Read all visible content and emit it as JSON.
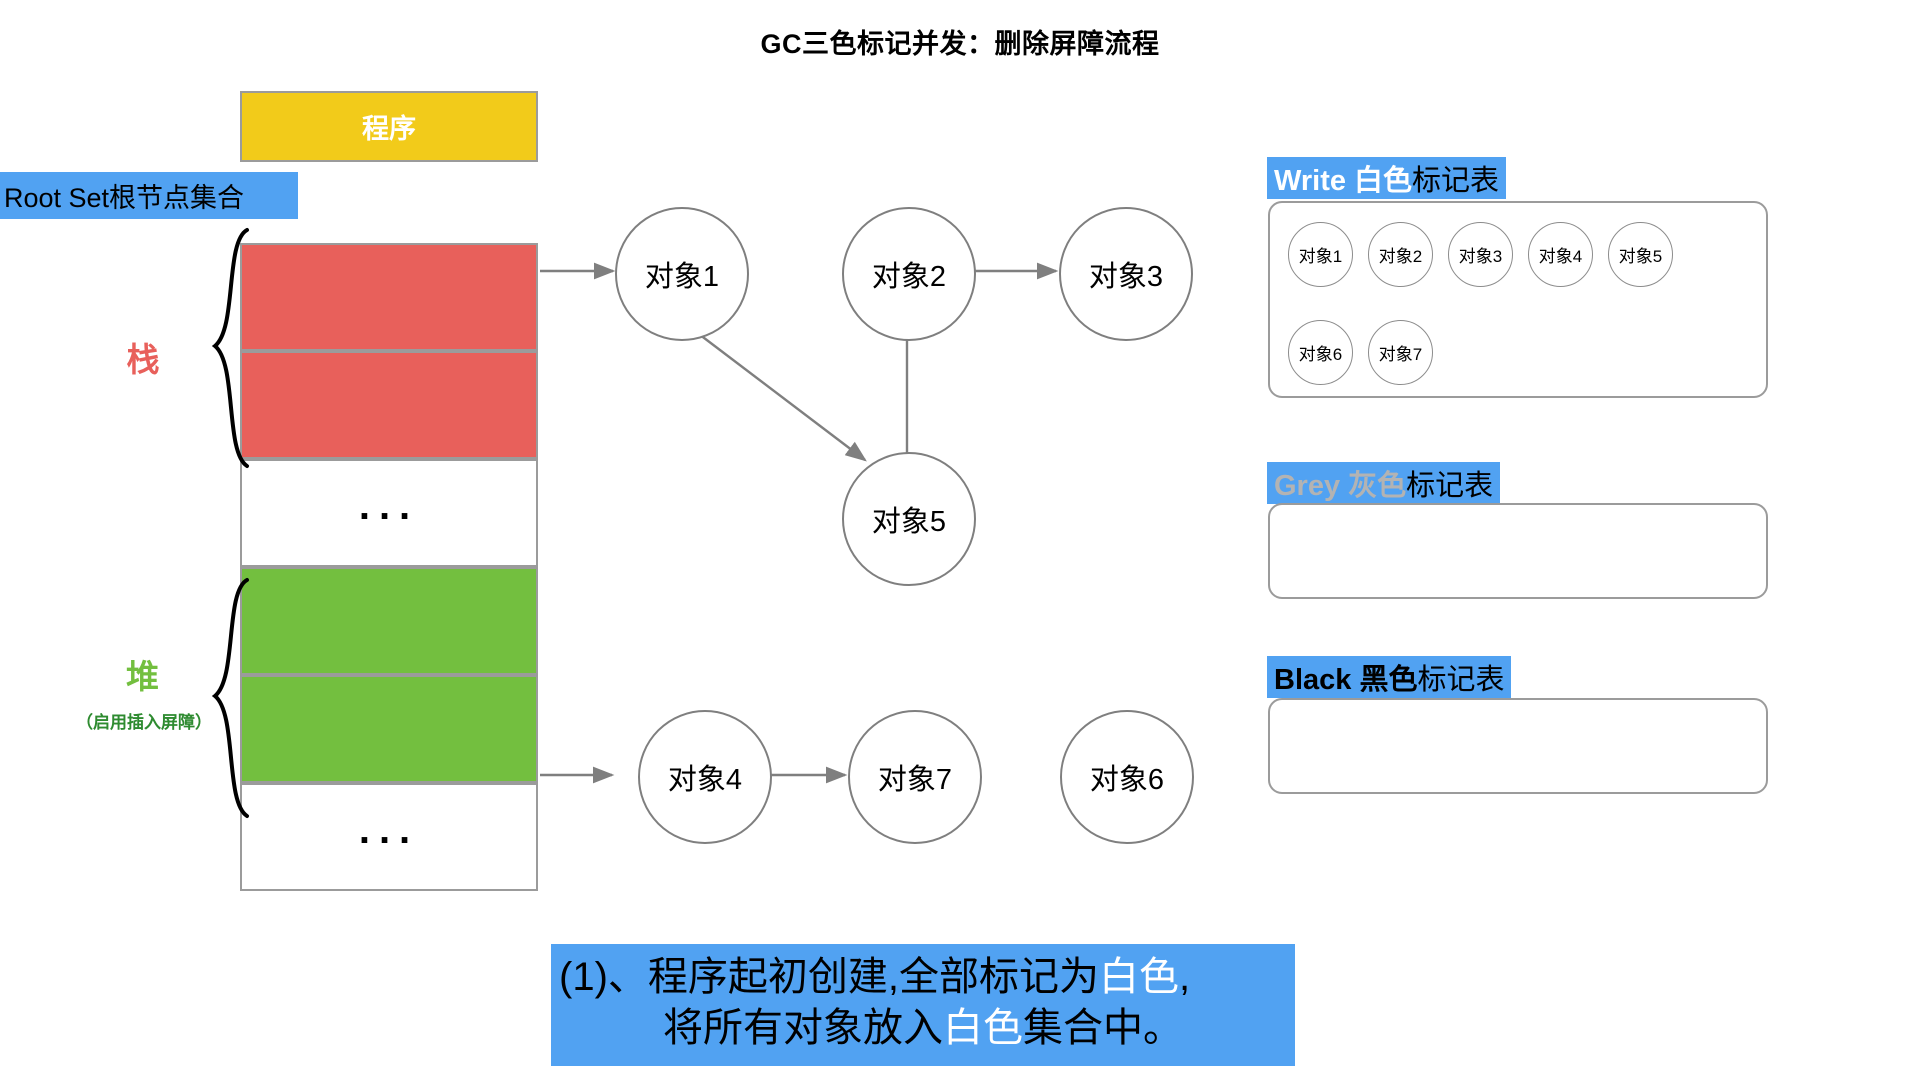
{
  "title": "GC三色标记并发：删除屏障流程",
  "memory": {
    "program_label": "程序",
    "root_set_label": "Root Set根节点集合",
    "stack_label": "栈",
    "heap_label": "堆",
    "heap_sublabel": "（启用插入屏障）",
    "ellipsis": "...",
    "colors": {
      "program": "#f2cb1a",
      "root_set": "#51a2f2",
      "stack_slot": "#e8605b",
      "heap_slot": "#73bf3f",
      "border": "#9b9b9b"
    },
    "slots": [
      {
        "kind": "stack",
        "fill": "red"
      },
      {
        "kind": "stack",
        "fill": "red"
      },
      {
        "kind": "gap",
        "fill": "dots"
      },
      {
        "kind": "heap",
        "fill": "green"
      },
      {
        "kind": "heap",
        "fill": "green"
      },
      {
        "kind": "gap",
        "fill": "dots"
      }
    ]
  },
  "graph": {
    "nodes": [
      {
        "id": "obj1",
        "label": "对象1"
      },
      {
        "id": "obj2",
        "label": "对象2"
      },
      {
        "id": "obj3",
        "label": "对象3"
      },
      {
        "id": "obj5",
        "label": "对象5"
      },
      {
        "id": "obj4",
        "label": "对象4"
      },
      {
        "id": "obj7",
        "label": "对象7"
      },
      {
        "id": "obj6",
        "label": "对象6"
      }
    ],
    "edges": [
      {
        "from": "root-stack-1",
        "to": "obj1"
      },
      {
        "from": "obj1",
        "to": "obj5"
      },
      {
        "from": "obj5",
        "to": "obj2"
      },
      {
        "from": "obj2",
        "to": "obj3"
      },
      {
        "from": "root-heap-2",
        "to": "obj4"
      },
      {
        "from": "obj4",
        "to": "obj7"
      }
    ],
    "edge_color": "#7f7f7f"
  },
  "tables": [
    {
      "id": "white",
      "head_strong": "Write 白色",
      "head_rest": "标记表",
      "head_style": "white",
      "rows": [
        [
          "对象1",
          "对象2",
          "对象3",
          "对象4",
          "对象5"
        ],
        [
          "对象6",
          "对象7"
        ]
      ]
    },
    {
      "id": "grey",
      "head_strong": "Grey 灰色",
      "head_rest": "标记表",
      "head_style": "grey",
      "rows": []
    },
    {
      "id": "black",
      "head_strong": "Black 黑色",
      "head_rest": "标记表",
      "head_style": "black",
      "rows": []
    }
  ],
  "caption": {
    "line1_a": "(1)、程序起初创建,全部标记为",
    "line1_hl": "白色",
    "line1_b": ",",
    "line2_a": "将所有对象放入",
    "line2_hl": "白色",
    "line2_b": "集合中。",
    "background": "#51a2f2",
    "highlight": "#ffffff"
  }
}
